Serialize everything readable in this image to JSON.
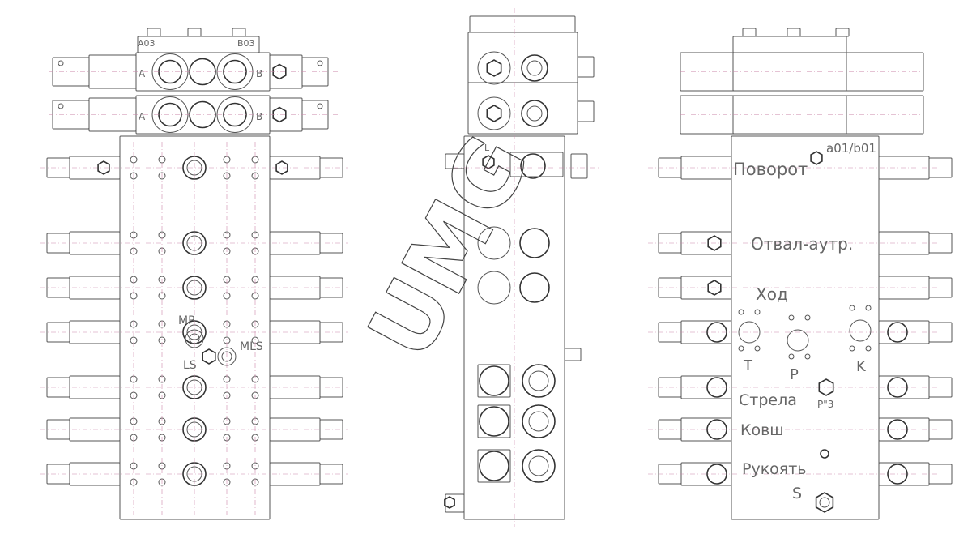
{
  "left_view": {
    "top_labels": [
      "A03",
      "B03"
    ],
    "port_labels": [
      "A",
      "B",
      "A",
      "B"
    ],
    "test_points": {
      "mp": "MP",
      "ls": "LS",
      "mls": "MLS"
    }
  },
  "center_view": {
    "port_label": "L"
  },
  "right_view": {
    "port_code": "a01/b01",
    "sections": [
      "Поворот",
      "Отвал-аутр.",
      "Ход",
      "Стрела",
      "Ковш",
      "Рукоять"
    ],
    "ports": [
      "T",
      "P",
      "K"
    ],
    "p3_label": "P\"3",
    "s_label": "S"
  },
  "watermark": "UMG"
}
